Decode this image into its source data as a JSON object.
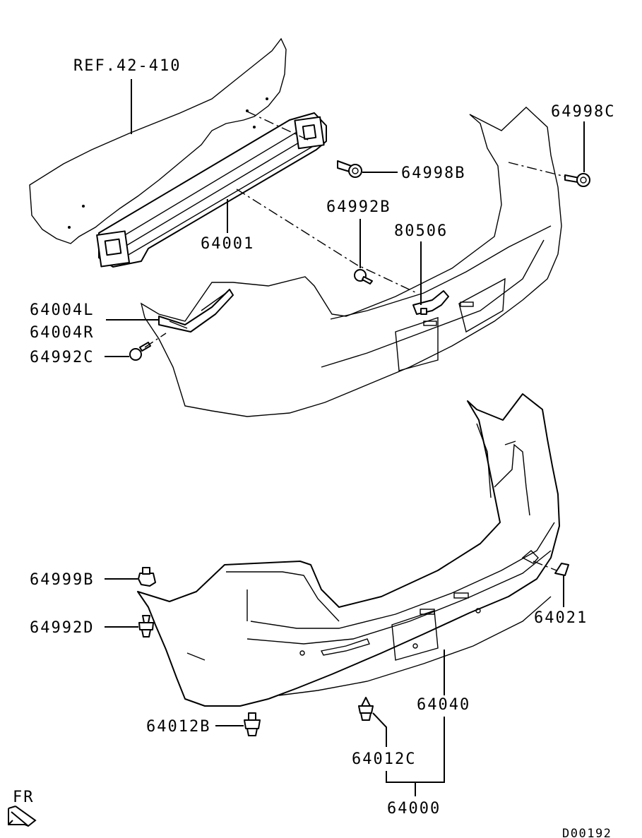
{
  "labels": {
    "ref": "REF.42-410",
    "p64998B": "64998B",
    "p64998C": "64998C",
    "p64001": "64001",
    "p64992B": "64992B",
    "p80506": "80506",
    "p64004L": "64004L",
    "p64004R": "64004R",
    "p64992C": "64992C",
    "p64999B": "64999B",
    "p64992D": "64992D",
    "p64021": "64021",
    "p64012B": "64012B",
    "p64040": "64040",
    "p64012C": "64012C",
    "p64000": "64000",
    "fr": "FR",
    "diagram_id": "D00192"
  }
}
